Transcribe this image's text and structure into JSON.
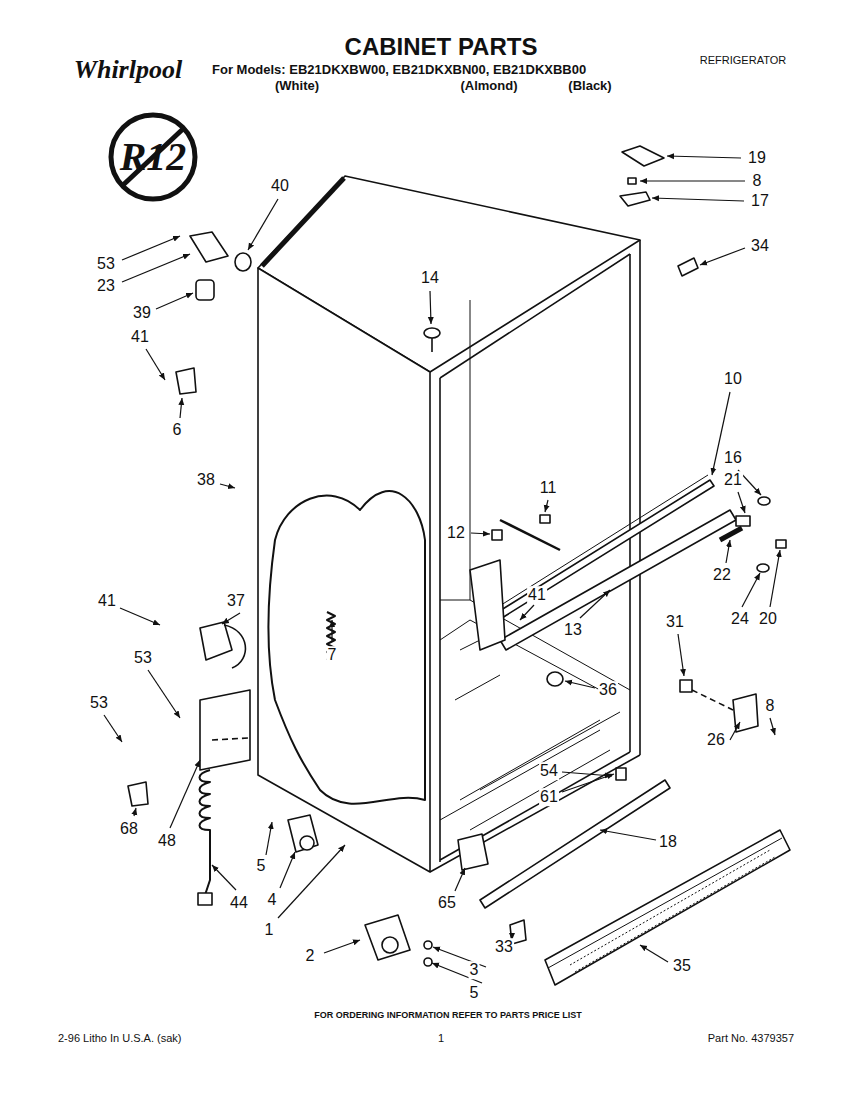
{
  "diagram": {
    "title": "CABINET PARTS",
    "labels": [
      "Whirlpool",
      "R12",
      "For Models: EB21DKXBW00, EB21DKXBN00, EB21DKXBB00",
      "(White)",
      "(Almond)",
      "(Black)",
      "REFRIGERATOR",
      "19",
      "8",
      "17",
      "40",
      "53",
      "23",
      "34",
      "14",
      "39",
      "41",
      "10",
      "6",
      "38",
      "16",
      "21",
      "11",
      "12",
      "41",
      "37",
      "41",
      "22",
      "24",
      "20",
      "13",
      "53",
      "36",
      "31",
      "8",
      "7",
      "53",
      "26",
      "54",
      "61",
      "68",
      "48",
      "18",
      "5",
      "4",
      "44",
      "65",
      "1",
      "2",
      "33",
      "3",
      "5",
      "35",
      "FOR ORDERING INFORMATION REFER TO PARTS PRICE LIST",
      "2-96 Litho In U.S.A. (sak)",
      "1",
      "Part No. 4379357"
    ]
  }
}
